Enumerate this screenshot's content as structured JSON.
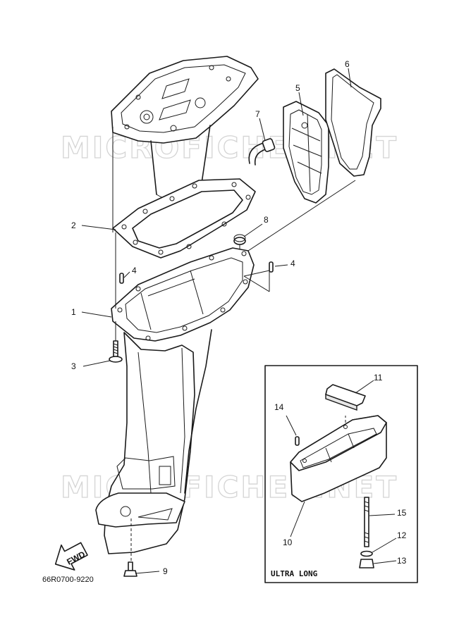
{
  "watermark_text": "MICROFICHES.NET",
  "diagram_code": "66R0700-9220",
  "inset_label": "ULTRA LONG",
  "fwd_label": "FWD",
  "callouts": {
    "c1": "1",
    "c2": "2",
    "c3": "3",
    "c4a": "4",
    "c4b": "4",
    "c5": "5",
    "c6": "6",
    "c7": "7",
    "c8": "8",
    "c9": "9",
    "c10": "10",
    "c11": "11",
    "c12": "12",
    "c13": "13",
    "c14": "14",
    "c15": "15"
  }
}
